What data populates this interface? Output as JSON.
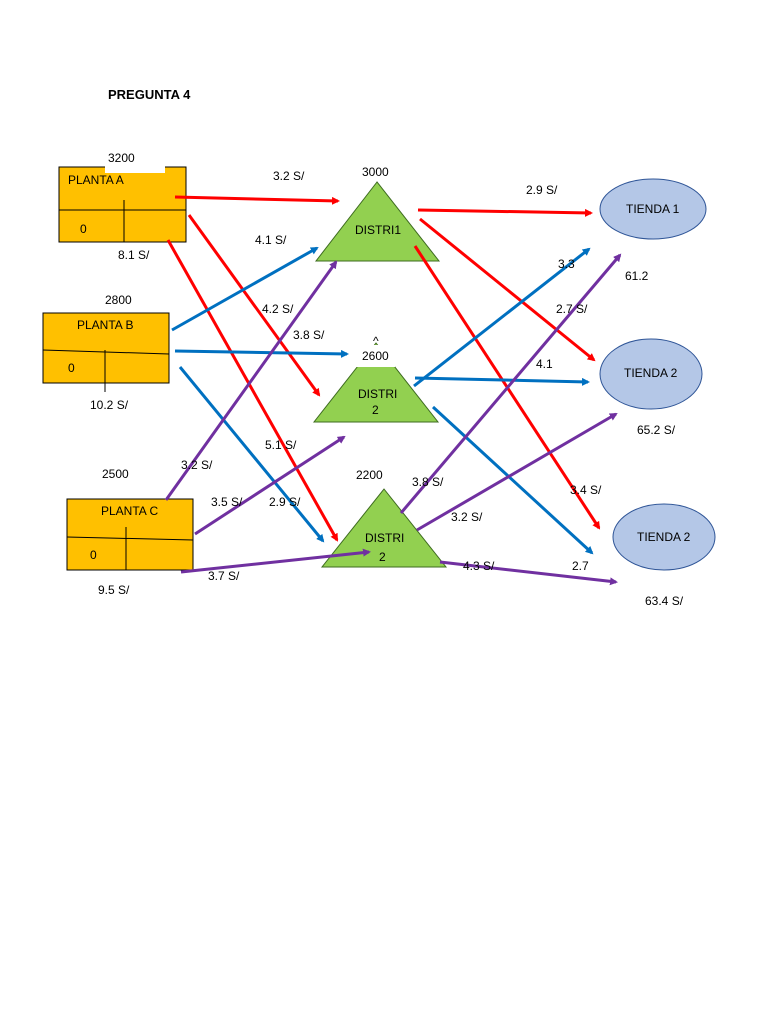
{
  "title": "PREGUNTA 4",
  "colors": {
    "red": "#ff0000",
    "blue": "#0070c0",
    "purple": "#7030a0",
    "plant_fill": "#ffc000",
    "distri_fill": "#92d050",
    "tienda_fill": "#b4c7e7",
    "tienda_stroke": "#2f5597"
  },
  "plants": {
    "a": {
      "name": "PLANTA A",
      "supply": "3200",
      "inner": "0",
      "cost": "8.1 S/"
    },
    "b": {
      "name": "PLANTA B",
      "supply": "2800",
      "inner": "0",
      "cost": "10.2 S/"
    },
    "c": {
      "name": "PLANTA C",
      "supply": "2500",
      "inner": "0",
      "cost": "9.5 S/"
    }
  },
  "distris": {
    "d1": {
      "name": "DISTRI1",
      "capacity": "3000"
    },
    "d2": {
      "name_line1": "DISTRI",
      "name_line2": "2",
      "capacity": "2600",
      "caret": "^"
    },
    "d3": {
      "name_line1": "DISTRI",
      "name_line2": "2",
      "capacity": "2200"
    }
  },
  "tiendas": {
    "t1": {
      "name": "TIENDA 1",
      "value": "61.2"
    },
    "t2": {
      "name": "TIENDA 2",
      "value": "65.2 S/"
    },
    "t3": {
      "name": "TIENDA 2",
      "value": "63.4 S/"
    }
  },
  "edge_labels": {
    "a_d1": "3.2 S/",
    "a_d2": "4.2 S/",
    "a_d3": "5.1 S/",
    "b_d1": "4.1 S/",
    "b_d2": "3.8 S/",
    "b_d3": "2.9 S/",
    "c_d1": "3.2 S/",
    "c_d2": "3.5 S/",
    "c_d3": "3.7 S/",
    "d1_t1": "2.9 S/",
    "d1_t2": "2.7 S/",
    "d1_t3": "3.4 S/",
    "d2_t1": "3.3",
    "d2_t2": "4.1",
    "d2_t3": "2.7",
    "d3_t1": "3.8 S/",
    "d3_t2": "3.2 S/",
    "d3_t3": "4.3 S/"
  }
}
